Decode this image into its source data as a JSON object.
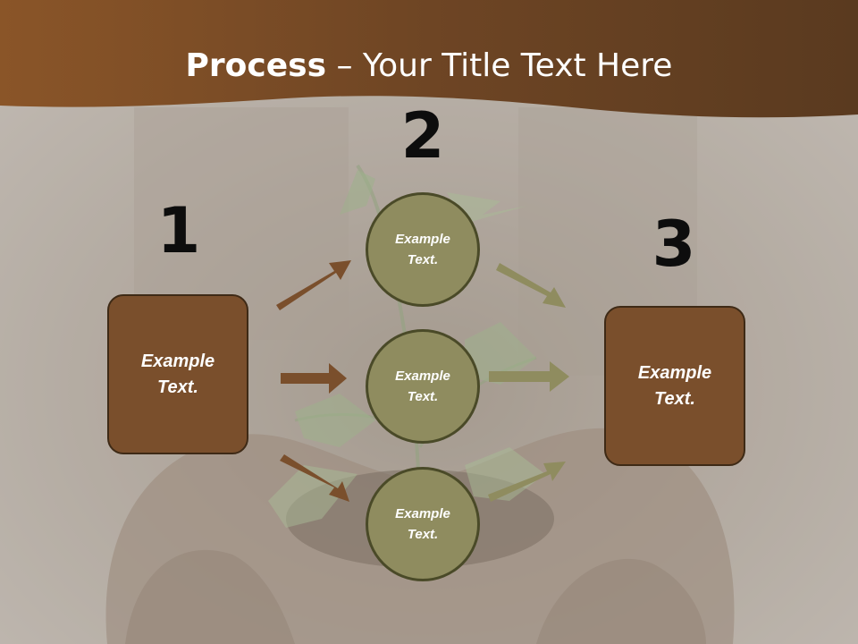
{
  "slide": {
    "title_bold": "Process",
    "title_rest": " – Your Title Text Here"
  },
  "steps": [
    {
      "number": "1",
      "text": "Example Text."
    },
    {
      "number": "2",
      "text": "Example Text."
    },
    {
      "number": "3",
      "text": "Example Text."
    }
  ],
  "circles": [
    {
      "text": "Example Text."
    },
    {
      "text": "Example Text."
    },
    {
      "text": "Example Text."
    }
  ],
  "colors": {
    "header": "#7a4a22",
    "box_fill": "#7a4f2c",
    "circle_fill": "#8f8c5f",
    "arrow_left": "#7a4f2c",
    "arrow_right": "#8f8c5f"
  }
}
